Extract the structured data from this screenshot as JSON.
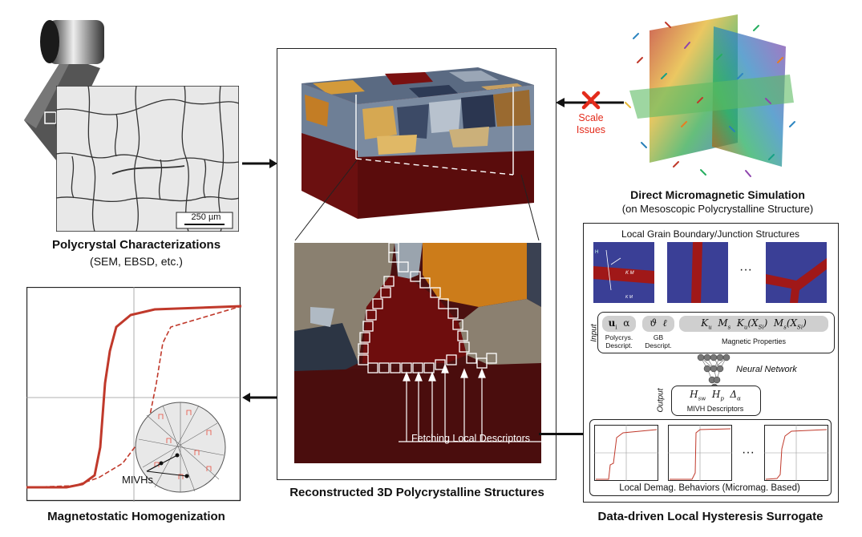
{
  "colors": {
    "accent_red": "#c0392b",
    "deep_red": "#5a0c0c",
    "maroon": "#7a1010",
    "grain_blue": "#3a4a8f",
    "slate": "#7f8ea3",
    "orange": "#c8801f",
    "cross_red": "#e32b1b"
  },
  "left_top": {
    "scale_bar": "250 µm",
    "title": "Polycrystal Characterizations",
    "subtitle": "(SEM, EBSD, etc.)"
  },
  "right_top": {
    "scale_issue": "Scale\nIssues",
    "title": "Direct Micromagnetic Simulation",
    "subtitle": "(on Mesoscopic Polycrystalline Structure)"
  },
  "center": {
    "fetch_label": "Fetching Local Descriptors",
    "title": "Reconstructed 3D Polycrystalline Structures"
  },
  "left_bottom": {
    "mivh_label": "MIVHs",
    "title": "Magnetostatic Homogenization"
  },
  "right_panel": {
    "structures_title": "Local Grain Boundary/Junction Structures",
    "dots": "···",
    "input_label": "Input",
    "output_label": "Output",
    "polycrys_desc": "Polycrys.\nDescript.",
    "gb_desc": "GB\nDescript.",
    "magnetic_props": "Magnetic Properties",
    "neural_network": "Neural Network",
    "mivh_desc": "MIVH Descriptors",
    "behaviors_title": "Local Demag. Behaviors (Micromag. Based)",
    "title": "Data-driven Local Hysteresis Surrogate"
  }
}
